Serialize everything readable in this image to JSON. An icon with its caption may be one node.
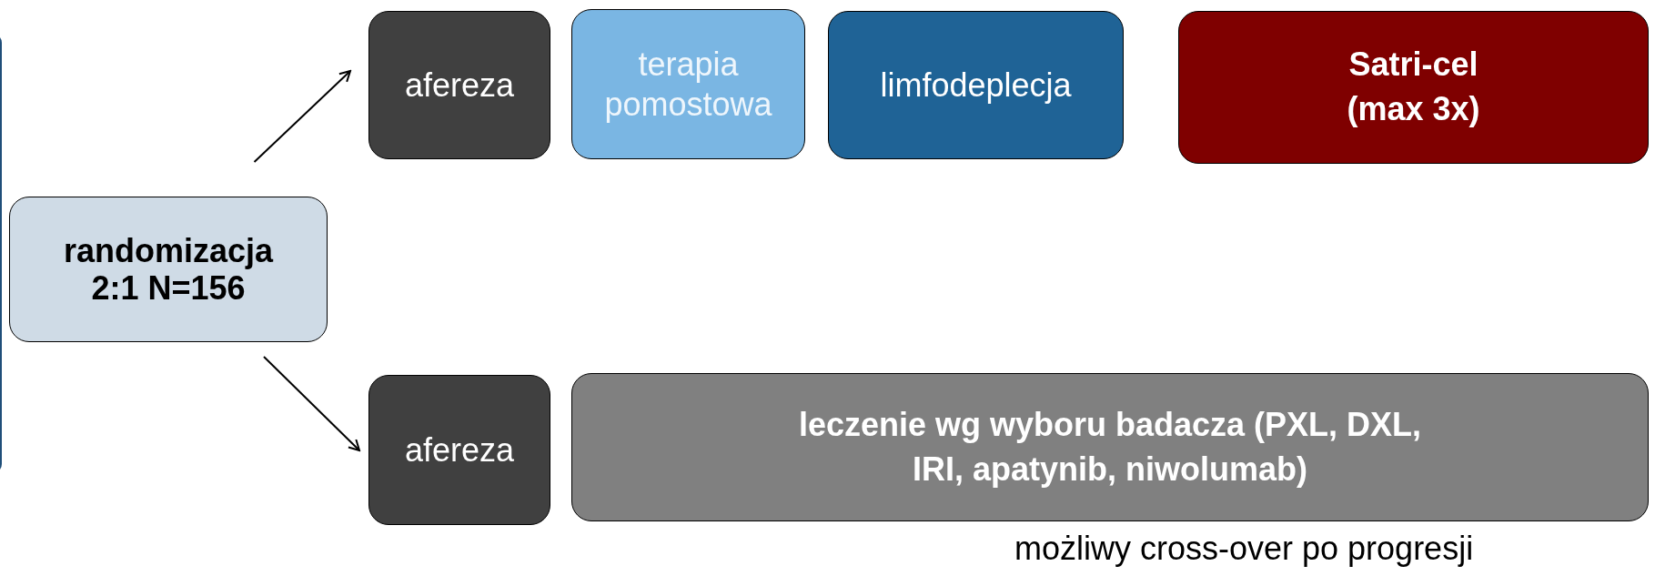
{
  "diagram": {
    "nodes": [
      {
        "text": [
          "randomizacja 2:1 N=156"
        ]
      },
      {
        "text": [
          "afereza"
        ]
      },
      {
        "text": [
          "terapia pomostowa"
        ]
      },
      {
        "text": [
          "limfodeplecja"
        ]
      },
      {
        "text": [
          "Satri-cel (max 3x)"
        ]
      },
      {
        "text": [
          "afereza"
        ]
      },
      {
        "text": [
          "leczenie wg wyboru badacza (PXL, DXL, IRI, apatynib, niwolumab)"
        ]
      }
    ],
    "edges": [
      {
        "from": 0,
        "to": 1,
        "arrow": "to"
      },
      {
        "from": 0,
        "to": 5,
        "arrow": "to"
      }
    ],
    "labels": [
      "możliwy cross-over po progresji"
    ]
  }
}
